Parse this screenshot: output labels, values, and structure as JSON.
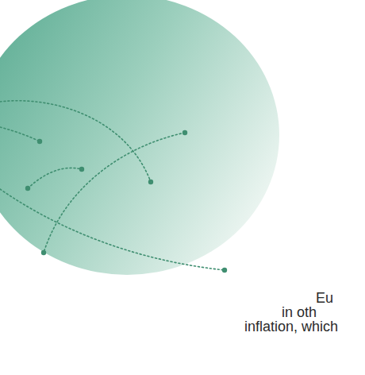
{
  "diagram": {
    "labels": [
      "Eu",
      "in oth",
      "inflation, which"
    ]
  }
}
